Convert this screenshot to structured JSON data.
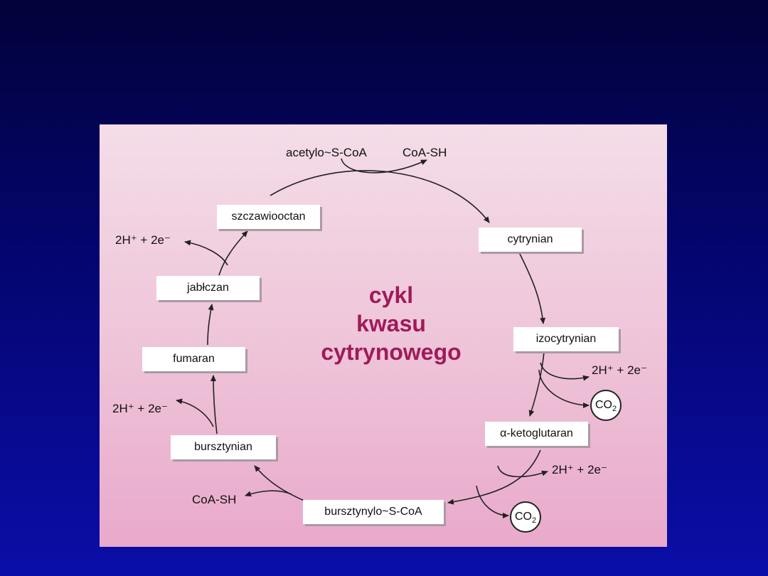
{
  "diagram": {
    "title": [
      "cykl",
      "kwasu",
      "cytrynowego"
    ],
    "compounds": {
      "acetyl": "acetylo~S-CoA",
      "coash_top": "CoA-SH",
      "oxaloacetate": "szczawiooctan",
      "citrate": "cytrynian",
      "isocitrate": "izocytrynian",
      "ketoglutarate": "α-ketoglutaran",
      "succinyl_coa": "bursztynylo~S-CoA",
      "coash_bottom": "CoA-SH",
      "succinate": "bursztynian",
      "fumarate": "fumaran",
      "malate": "jabłczan"
    },
    "products": {
      "h2_malate": "2H⁺ + 2e⁻",
      "h2_succinate": "2H⁺ + 2e⁻",
      "h2_isocitrate": "2H⁺ + 2e⁻",
      "h2_ketoglutarate": "2H⁺ + 2e⁻",
      "co2_isocitrate": "CO",
      "co2_ketoglutarate": "CO",
      "co2_subscript": "2"
    }
  },
  "colors": {
    "background": "#040570",
    "panel": "#eec3d8",
    "title": "#a01a5a"
  }
}
